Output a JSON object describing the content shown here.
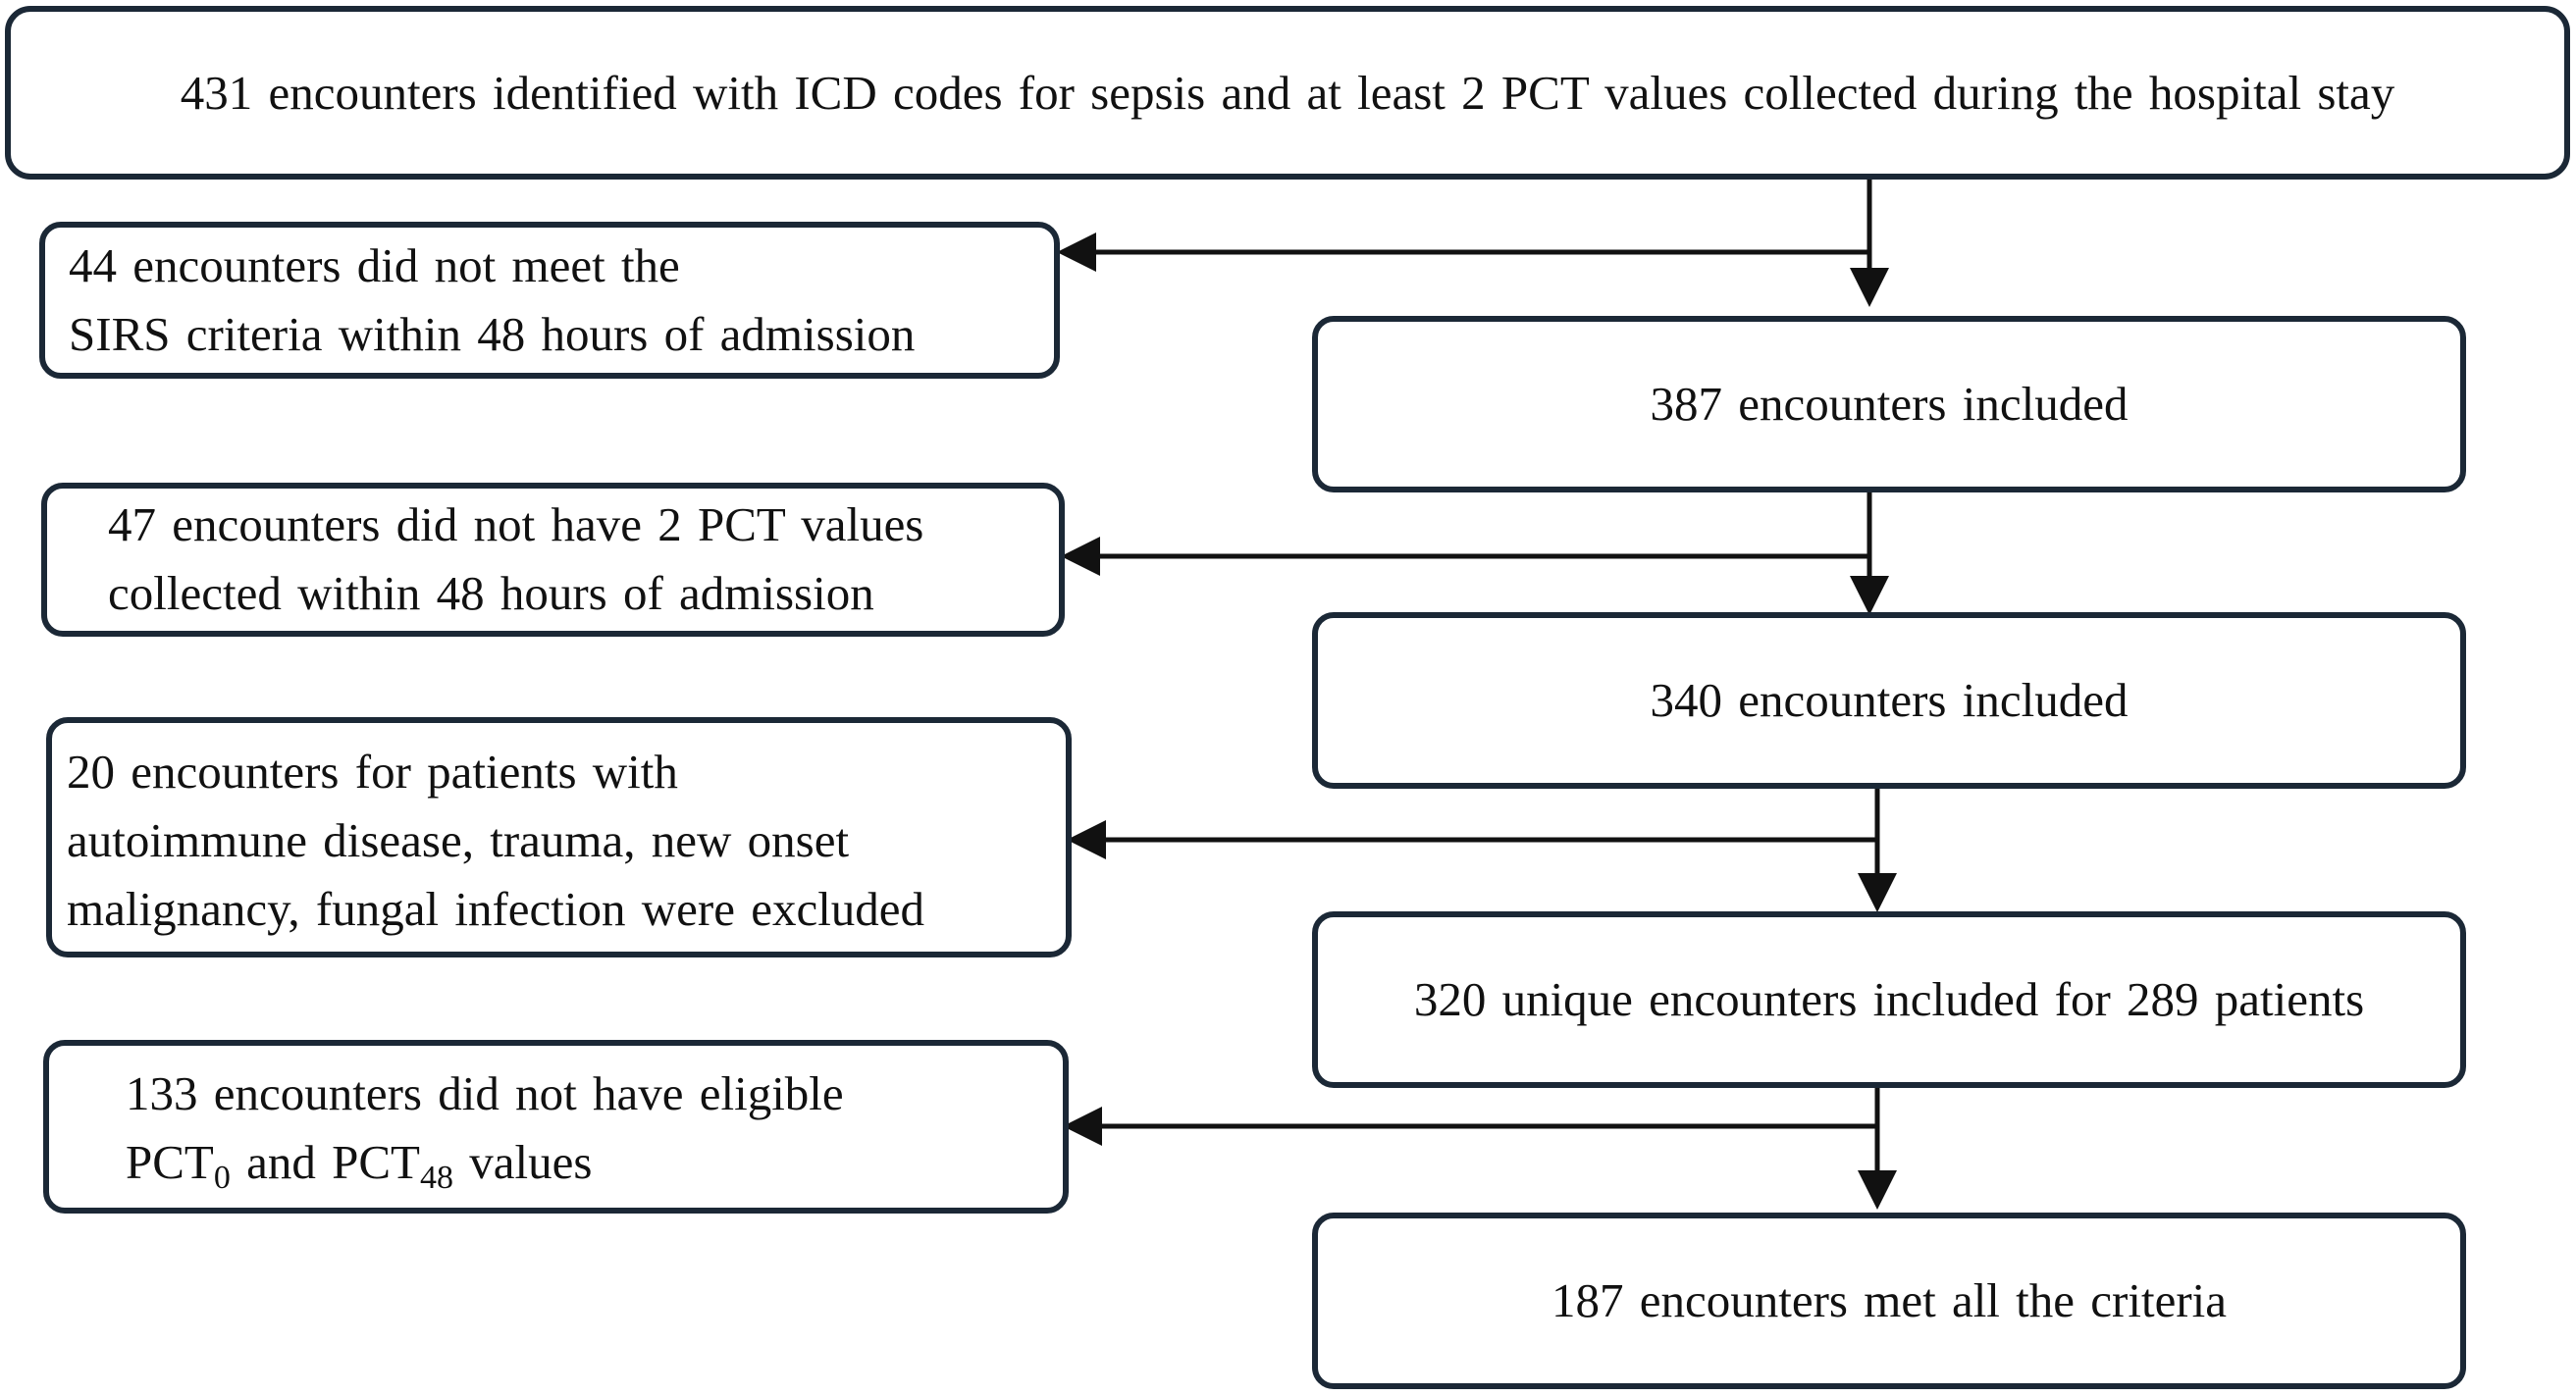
{
  "flowchart": {
    "top": {
      "text": "431 encounters identified with ICD codes for sepsis and at least 2 PCT values collected during the hospital stay"
    },
    "included": [
      {
        "text": "387 encounters included"
      },
      {
        "text": "340 encounters included"
      },
      {
        "text": "320 unique encounters included for 289 patients"
      },
      {
        "text": "187 encounters met all the criteria"
      }
    ],
    "excluded": [
      {
        "line1": "44 encounters did not meet the",
        "line2": "SIRS criteria within 48 hours of admission"
      },
      {
        "line1": "47 encounters did not have 2 PCT values",
        "line2": "collected within 48 hours of admission"
      },
      {
        "line1": "20 encounters for patients with",
        "line2": "autoimmune disease, trauma, new onset",
        "line3": "malignancy, fungal infection were excluded"
      },
      {
        "line1": "133 encounters did not have eligible",
        "line2_a": "PCT",
        "line2_sub1": "0",
        "line2_b": " and PCT",
        "line2_sub2": "48",
        "line2_c": " values"
      }
    ]
  }
}
